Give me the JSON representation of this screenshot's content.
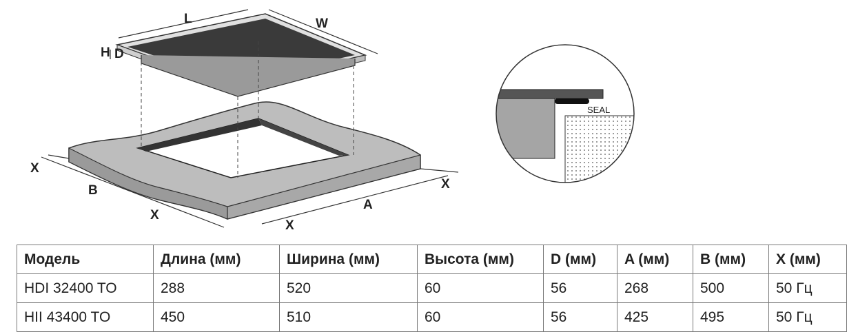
{
  "diagram": {
    "labels": {
      "L": "L",
      "W": "W",
      "H": "H",
      "D": "D",
      "A": "A",
      "B": "B",
      "X": "X"
    },
    "seal_label": "SEAL"
  },
  "table": {
    "headers": [
      "Модель",
      "Длина (мм)",
      "Ширина (мм)",
      "Высота (мм)",
      "D (мм)",
      "A (мм)",
      "B (мм)",
      "X (мм)"
    ],
    "rows": [
      [
        "HDI 32400 TO",
        "288",
        "520",
        "60",
        "56",
        "268",
        "500",
        "50 Гц"
      ],
      [
        "HII 43400 TO",
        "450",
        "510",
        "60",
        "56",
        "425",
        "495",
        "50 Гц"
      ]
    ]
  }
}
